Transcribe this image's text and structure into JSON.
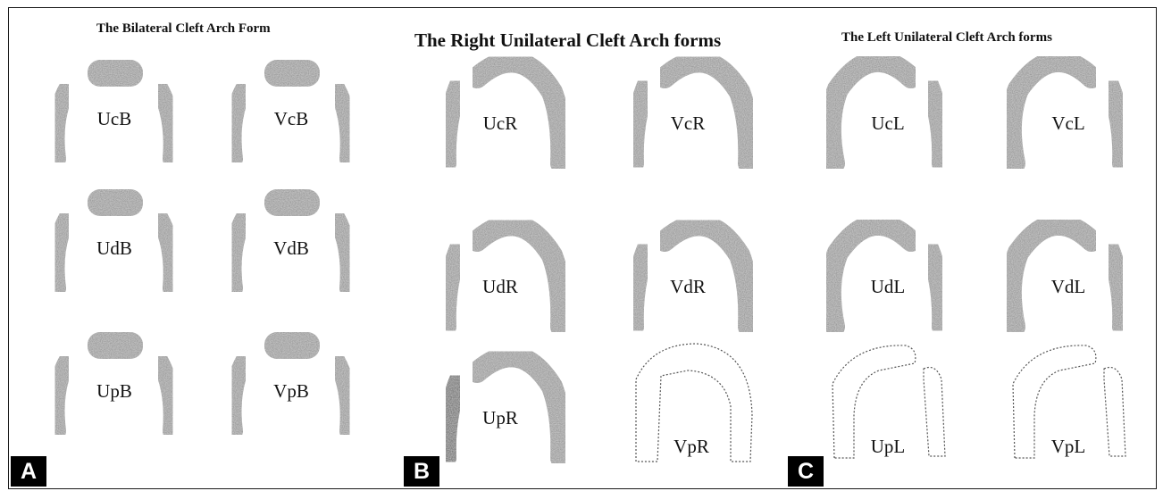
{
  "panels": [
    {
      "letter": "A",
      "title": "The Bilateral Cleft Arch Form",
      "arches": [
        "UcB",
        "VcB",
        "UdB",
        "VdB",
        "UpB",
        "VpB"
      ]
    },
    {
      "letter": "B",
      "title": "The Right Unilateral Cleft Arch forms",
      "arches": [
        "UcR",
        "VcR",
        "UdR",
        "VdR",
        "UpR",
        "VpR"
      ]
    },
    {
      "letter": "C",
      "title": "The Left Unilateral Cleft Arch forms",
      "arches": [
        "UcL",
        "VcL",
        "UdL",
        "VdL",
        "UpL",
        "VpL"
      ]
    }
  ],
  "colors": {
    "arch_fill": "#8f8f8f",
    "arch_dark": "#5e5e5e",
    "arch_light": "#b3b3b3",
    "outline": "#555555",
    "badge": "#000000"
  }
}
